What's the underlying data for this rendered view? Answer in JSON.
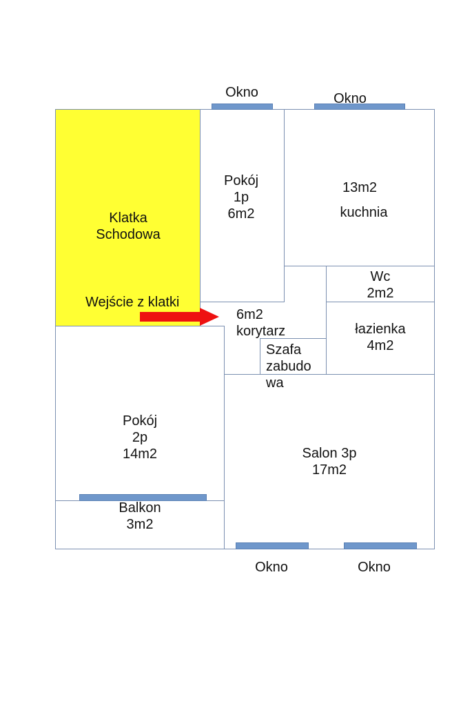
{
  "rooms": {
    "klatka": {
      "lines": [
        "Klatka",
        "Schodowa"
      ],
      "color": "#ffff33"
    },
    "entry_label": "Wejście z klatki",
    "pokoj1": {
      "lines": [
        "Pokój",
        "1p",
        "6m2"
      ]
    },
    "kuchnia": {
      "area": "13m2",
      "name": "kuchnia"
    },
    "wc": {
      "lines": [
        "Wc",
        "2m2"
      ]
    },
    "lazienka": {
      "lines": [
        "łazienka",
        "4m2"
      ]
    },
    "korytarz": {
      "lines": [
        "6m2",
        "korytarz"
      ]
    },
    "szafa": {
      "lines": [
        "Szafa",
        "zabudo",
        "wa"
      ]
    },
    "pokoj2": {
      "lines": [
        "Pokój",
        "2p",
        "14m2"
      ]
    },
    "balkon": {
      "lines": [
        "Balkon",
        "3m2"
      ]
    },
    "salon": {
      "lines": [
        "Salon 3p",
        "17m2"
      ]
    }
  },
  "windows": {
    "top_left": "Okno",
    "top_right": "Okno",
    "bottom_left": "Okno",
    "bottom_right": "Okno"
  },
  "colors": {
    "wall": "#7a8fb0",
    "window": "#6f97cb",
    "arrow": "#ee1111"
  }
}
